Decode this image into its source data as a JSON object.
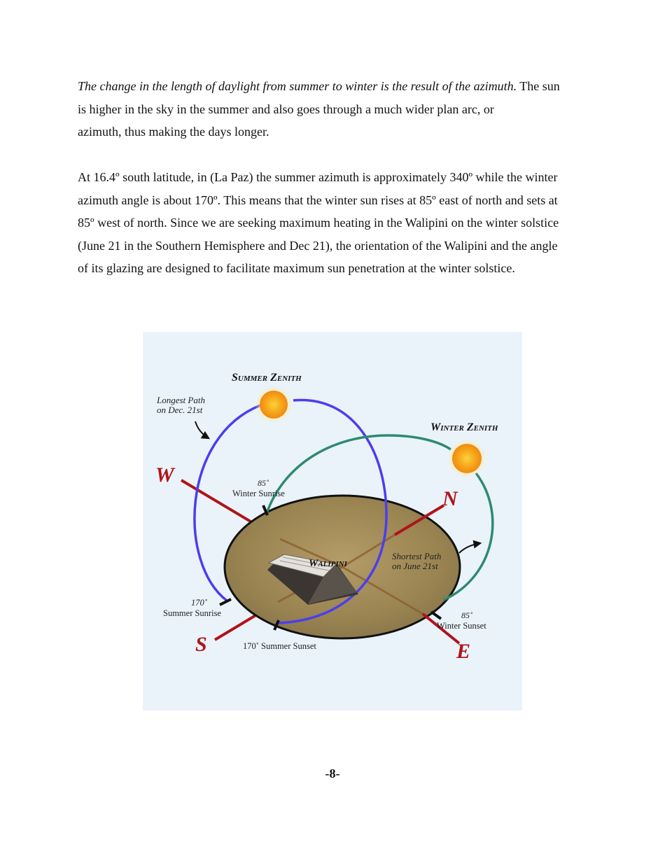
{
  "paragraph1": {
    "lead_italic": "The change in the length of daylight from summer to winter is the result of the azimuth.",
    "line1_rest": "  The sun",
    "line2": "is higher in the sky in the summer and also goes through a much wider plan arc, or",
    "line3": "azimuth, thus making the days longer."
  },
  "paragraph2": {
    "lines": [
      " At 16.4º south latitude, in (La Paz) the summer azimuth is approximately 340º while the winter",
      "azimuth angle is about 170º.  This means that the winter sun rises at 85º  east of north and sets at",
      "85º west of north.  Since we are seeking maximum heating in the Walipini on the winter solstice",
      "(June 21 in the Southern Hemisphere and Dec 21), the orientation of the Walipini and the angle",
      "of its glazing are designed to facilitate maximum sun penetration at the winter solstice."
    ]
  },
  "figure": {
    "summer_zenith": "Summer Zenith",
    "winter_zenith": "Winter Zenith",
    "longest_path_1": "Longest Path",
    "longest_path_2": "on Dec. 21st",
    "shortest_path_1": "Shortest Path",
    "shortest_path_2": "on June 21st",
    "winter_sunrise_deg": "85˚",
    "winter_sunrise": "Winter Sunrise",
    "winter_sunset_deg": "85˚",
    "winter_sunset": "Winter Sunset",
    "summer_sunrise_deg": "170˚",
    "summer_sunrise": "Summer Sunrise",
    "summer_sunset": "170˚ Summer Sunset",
    "walipini": "Walipini",
    "compass": {
      "w": "W",
      "n": "N",
      "s": "S",
      "e": "E"
    },
    "colors": {
      "background": "#eaf3fa",
      "summer_path": "#4a3ef0",
      "winter_path": "#2e8a72",
      "compass_line": "#b0141a",
      "ground": "#a08a55",
      "sun": "#f5a81c"
    }
  },
  "page_number": "-8-"
}
